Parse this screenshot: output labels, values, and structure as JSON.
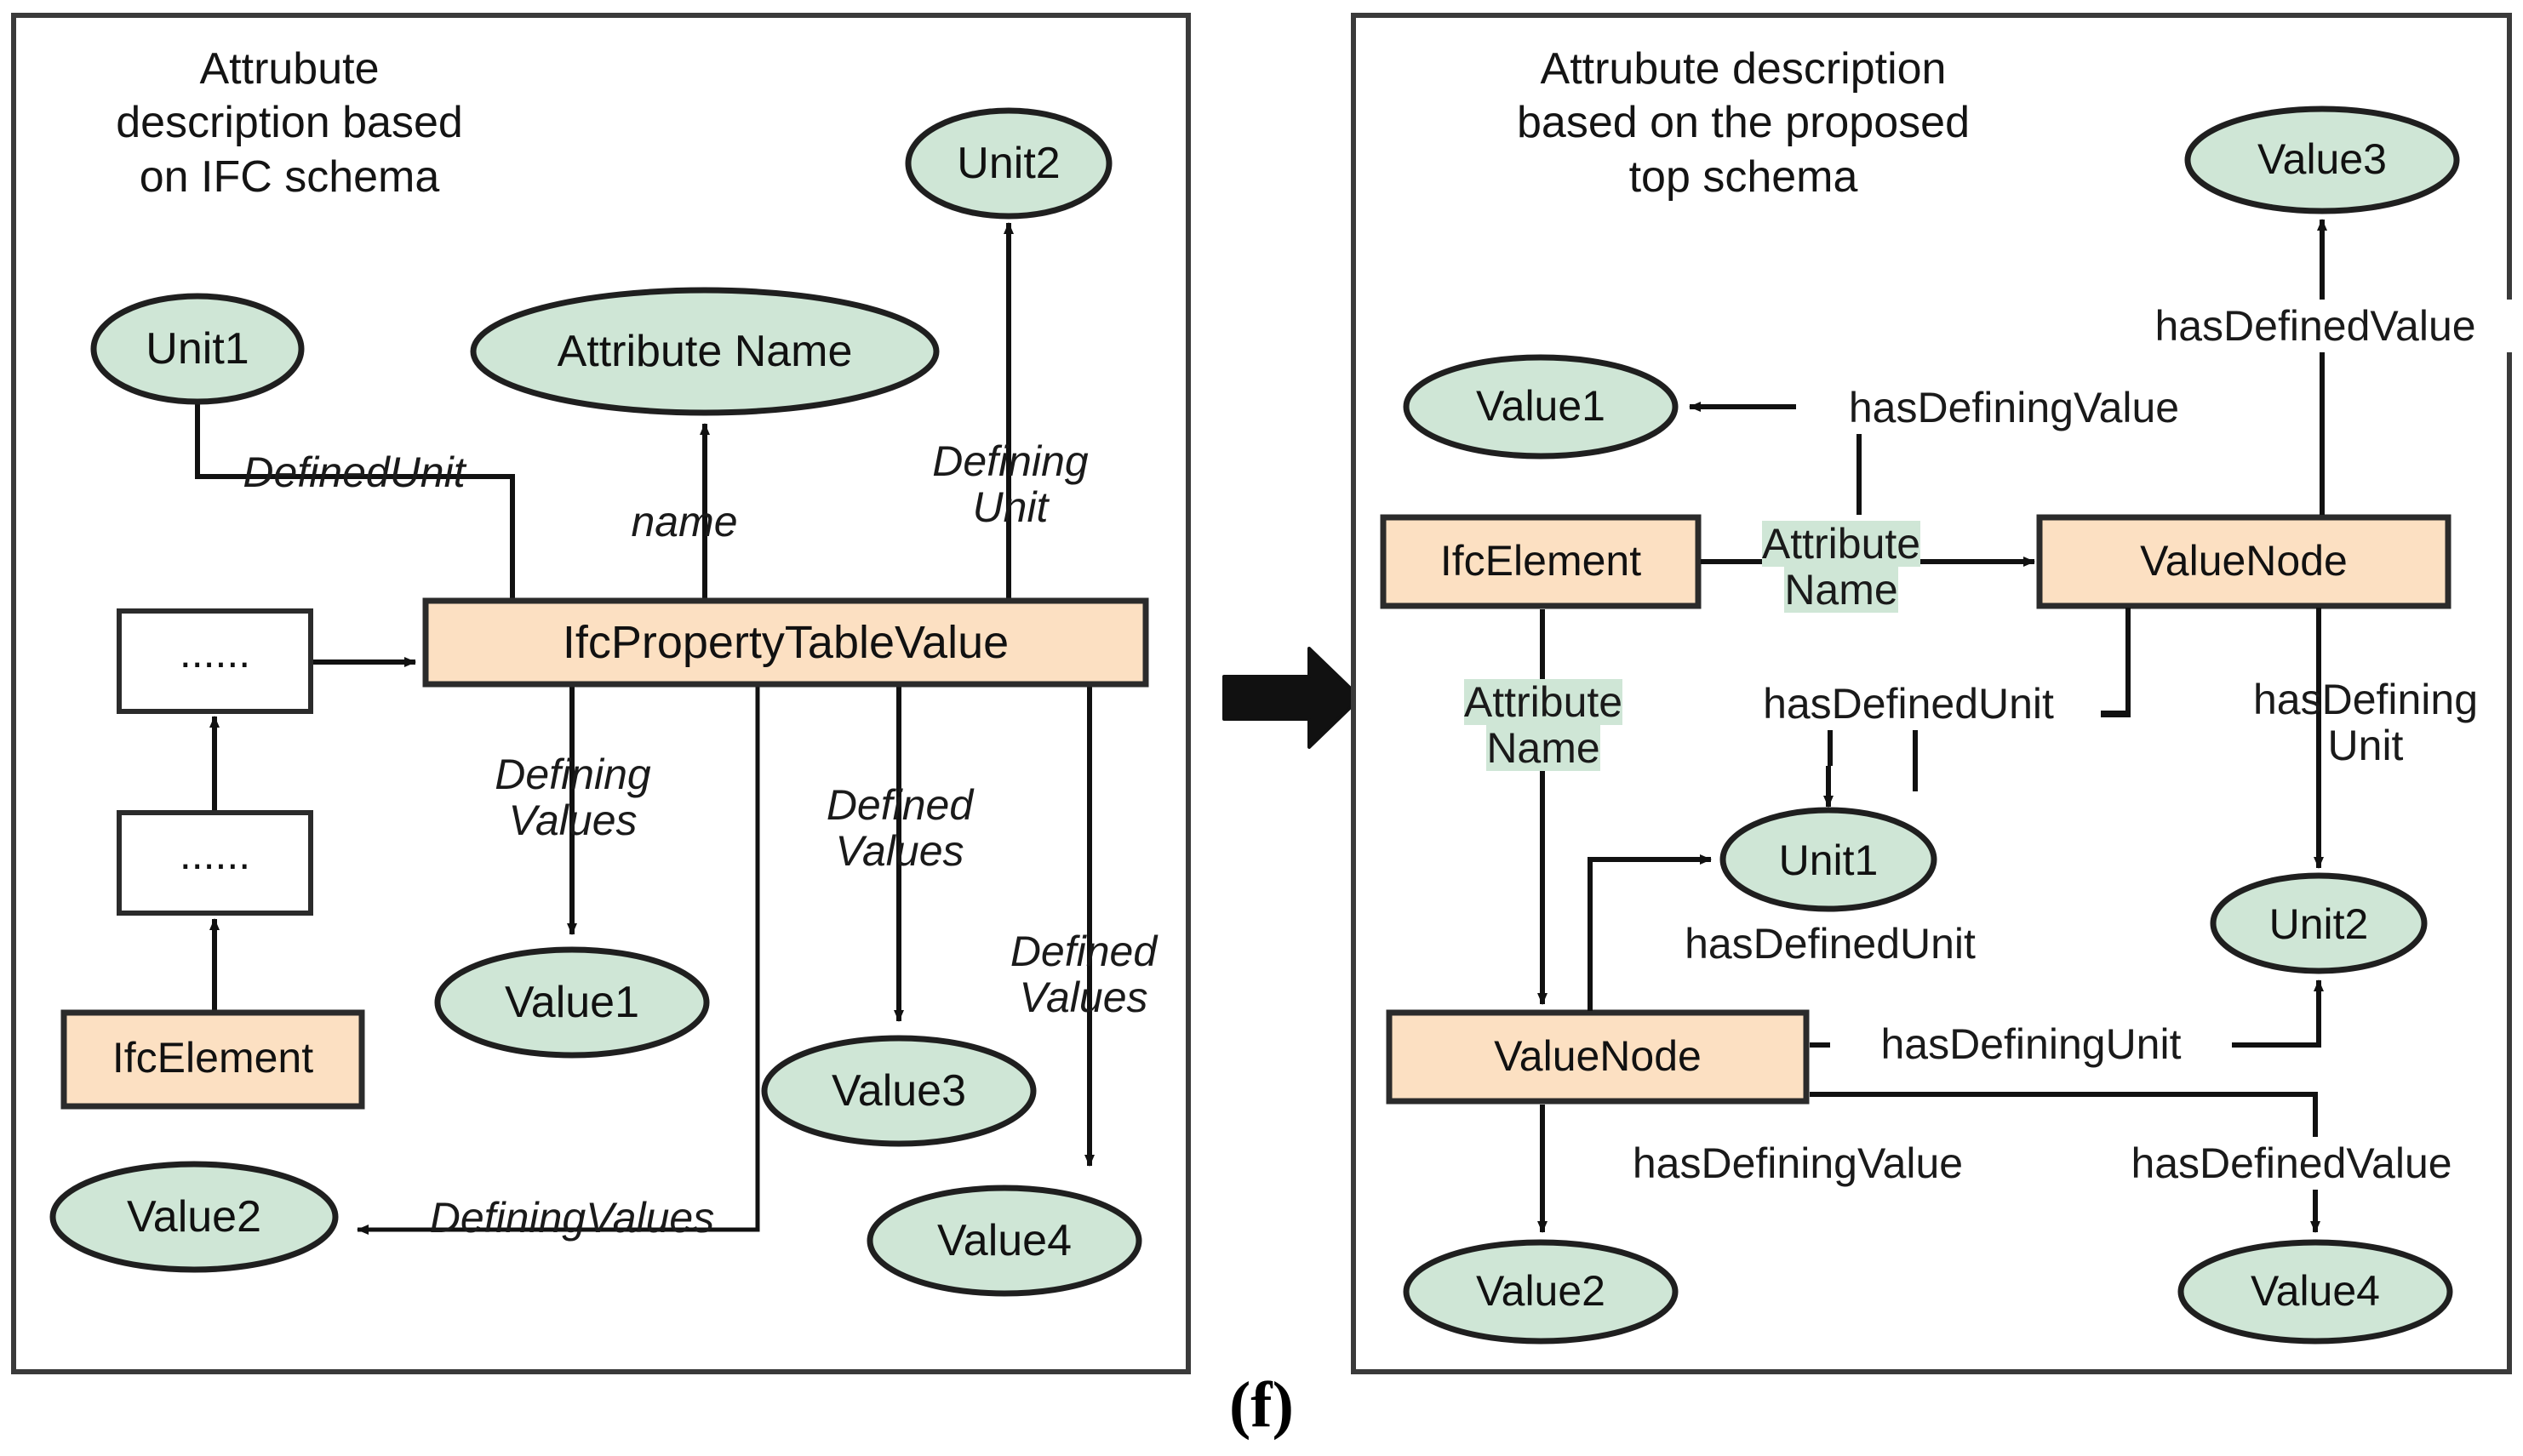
{
  "figure": {
    "caption": "(f)",
    "transition_icon": "right-arrow-icon"
  },
  "colors": {
    "class_box_fill": "#fce0c2",
    "class_box_stroke": "#333333",
    "value_ellipse_fill": "#cfe6d6",
    "value_ellipse_stroke": "#1f1f1f",
    "placeholder_box_fill": "#ffffff",
    "highlight": "#cfe6d6",
    "panel_border": "#3a3a3a",
    "edge": "#1a1a1a",
    "background": "#ffffff"
  },
  "left_panel": {
    "title": "Attrubute\ndescription based\non IFC schema",
    "title_lines": [
      "Attrubute",
      "description based",
      "on IFC schema"
    ],
    "nodes": [
      {
        "id": "unit1",
        "label": "Unit1",
        "shape": "ellipse"
      },
      {
        "id": "unit2",
        "label": "Unit2",
        "shape": "ellipse"
      },
      {
        "id": "attribute_name",
        "label": "Attribute Name",
        "shape": "ellipse"
      },
      {
        "id": "value1",
        "label": "Value1",
        "shape": "ellipse"
      },
      {
        "id": "value2",
        "label": "Value2",
        "shape": "ellipse"
      },
      {
        "id": "value3",
        "label": "Value3",
        "shape": "ellipse"
      },
      {
        "id": "value4",
        "label": "Value4",
        "shape": "ellipse"
      },
      {
        "id": "ifcpropertytablevalue",
        "label": "IfcPropertyTableValue",
        "shape": "box"
      },
      {
        "id": "ifcelement",
        "label": "IfcElement",
        "shape": "box"
      },
      {
        "id": "ellipsis_upper",
        "label": "......",
        "shape": "box"
      },
      {
        "id": "ellipsis_lower",
        "label": "......",
        "shape": "box"
      }
    ],
    "edges": [
      {
        "from": "ifcpropertytablevalue",
        "to": "unit1",
        "label": "DefinedUnit",
        "label_lines": [
          "DefinedUnit"
        ],
        "style": "italic"
      },
      {
        "from": "ifcpropertytablevalue",
        "to": "attribute_name",
        "label": "name",
        "label_lines": [
          "name"
        ],
        "style": "italic"
      },
      {
        "from": "ifcpropertytablevalue",
        "to": "unit2",
        "label": "Defining Unit",
        "label_lines": [
          "Defining",
          "Unit"
        ],
        "style": "italic"
      },
      {
        "from": "ifcpropertytablevalue",
        "to": "value1",
        "label": "Defining Values",
        "label_lines": [
          "Defining",
          "Values"
        ],
        "style": "italic"
      },
      {
        "from": "ifcpropertytablevalue",
        "to": "value3",
        "label": "Defined Values",
        "label_lines": [
          "Defined",
          "Values"
        ],
        "style": "italic"
      },
      {
        "from": "ifcpropertytablevalue",
        "to": "value4",
        "label": "Defined Values",
        "label_lines": [
          "Defined",
          "Values"
        ],
        "style": "italic"
      },
      {
        "from": "ifcpropertytablevalue",
        "to": "value2",
        "label": "DefiningValues",
        "label_lines": [
          "DefiningValues"
        ],
        "style": "italic"
      },
      {
        "from": "ellipsis_upper",
        "to": "ifcpropertytablevalue",
        "label": "",
        "label_lines": [],
        "style": "plain"
      },
      {
        "from": "ellipsis_lower",
        "to": "ellipsis_upper",
        "label": "",
        "label_lines": [],
        "style": "plain"
      },
      {
        "from": "ifcelement",
        "to": "ellipsis_lower",
        "label": "",
        "label_lines": [],
        "style": "plain"
      }
    ],
    "labels": {
      "defined_unit": "DefinedUnit",
      "name": "name",
      "defining_unit_l1": "Defining",
      "defining_unit_l2": "Unit",
      "defining_values_l1": "Defining",
      "defining_values_l2": "Values",
      "defined_values_a_l1": "Defined",
      "defined_values_a_l2": "Values",
      "defined_values_b_l1": "Defined",
      "defined_values_b_l2": "Values",
      "defining_values_inline": "DefiningValues"
    }
  },
  "right_panel": {
    "title": "Attrubute description\nbased on the proposed\ntop schema",
    "title_lines": [
      "Attrubute description",
      "based on the proposed",
      "top schema"
    ],
    "nodes": [
      {
        "id": "value1",
        "label": "Value1",
        "shape": "ellipse"
      },
      {
        "id": "value2",
        "label": "Value2",
        "shape": "ellipse"
      },
      {
        "id": "value3",
        "label": "Value3",
        "shape": "ellipse"
      },
      {
        "id": "value4",
        "label": "Value4",
        "shape": "ellipse"
      },
      {
        "id": "unit1",
        "label": "Unit1",
        "shape": "ellipse"
      },
      {
        "id": "unit2",
        "label": "Unit2",
        "shape": "ellipse"
      },
      {
        "id": "ifcelement",
        "label": "IfcElement",
        "shape": "box"
      },
      {
        "id": "valuenode_top",
        "label": "ValueNode",
        "shape": "box"
      },
      {
        "id": "valuenode_bottom",
        "label": "ValueNode",
        "shape": "box"
      }
    ],
    "edges": [
      {
        "from": "ifcelement",
        "to": "valuenode_top",
        "label": "Attribute Name",
        "label_lines": [
          "Attribute",
          "Name"
        ],
        "style": "highlight"
      },
      {
        "from": "ifcelement",
        "to": "valuenode_bottom",
        "label": "Attribute Name",
        "label_lines": [
          "Attribute",
          "Name"
        ],
        "style": "highlight"
      },
      {
        "from": "valuenode_top",
        "to": "value1",
        "label": "hasDefiningValue",
        "label_lines": [
          "hasDefiningValue"
        ],
        "style": "plain"
      },
      {
        "from": "valuenode_top",
        "to": "value3",
        "label": "hasDefinedValue",
        "label_lines": [
          "hasDefinedValue"
        ],
        "style": "plain"
      },
      {
        "from": "valuenode_top",
        "to": "unit1",
        "label": "hasDefinedUnit",
        "label_lines": [
          "hasDefinedUnit"
        ],
        "style": "plain"
      },
      {
        "from": "valuenode_top",
        "to": "unit2",
        "label": "hasDefining Unit",
        "label_lines": [
          "hasDefining",
          "Unit"
        ],
        "style": "plain"
      },
      {
        "from": "valuenode_bottom",
        "to": "unit1",
        "label": "hasDefinedUnit",
        "label_lines": [
          "hasDefinedUnit"
        ],
        "style": "plain"
      },
      {
        "from": "valuenode_bottom",
        "to": "unit2",
        "label": "hasDefiningUnit",
        "label_lines": [
          "hasDefiningUnit"
        ],
        "style": "plain"
      },
      {
        "from": "valuenode_bottom",
        "to": "value2",
        "label": "hasDefiningValue",
        "label_lines": [
          "hasDefiningValue"
        ],
        "style": "plain"
      },
      {
        "from": "valuenode_bottom",
        "to": "value4",
        "label": "hasDefinedValue",
        "label_lines": [
          "hasDefinedValue"
        ],
        "style": "plain"
      }
    ],
    "labels": {
      "has_defining_value_top": "hasDefiningValue",
      "has_defined_value_top": "hasDefinedValue",
      "attribute_name_top_l1": "Attribute",
      "attribute_name_top_l2": "Name",
      "attribute_name_left_l1": "Attribute",
      "attribute_name_left_l2": "Name",
      "has_defined_unit_mid": "hasDefinedUnit",
      "has_defining_unit_right_l1": "hasDefining",
      "has_defining_unit_right_l2": "Unit",
      "has_defined_unit_lower": "hasDefinedUnit",
      "has_defining_unit_lower": "hasDefiningUnit",
      "has_defining_value_bottom": "hasDefiningValue",
      "has_defined_value_bottom": "hasDefinedValue"
    }
  }
}
